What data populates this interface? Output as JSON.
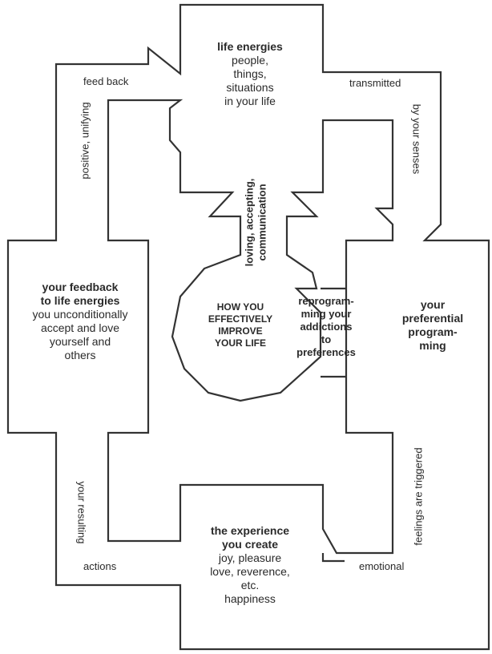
{
  "top_box": {
    "title": "life energies",
    "lines": [
      "people,",
      "things,",
      "situations",
      "in your life"
    ]
  },
  "left_box": {
    "title_lines": [
      "your feedback",
      "to life energies"
    ],
    "lines": [
      "you unconditionally",
      "accept and love",
      "yourself and",
      "others"
    ]
  },
  "right_box": {
    "title_lines": [
      "your",
      "preferential",
      "program-",
      "ming"
    ]
  },
  "bottom_box": {
    "title_lines": [
      "the experience",
      "you create"
    ],
    "lines": [
      "joy, pleasure",
      "love, reverence,",
      "etc.",
      "happiness"
    ]
  },
  "center": {
    "circle_lines": [
      "HOW YOU",
      "EFFECTIVELY",
      "IMPROVE",
      "YOUR LIFE"
    ],
    "reprogram_lines": [
      "reprogram-",
      "ming your",
      "addictions",
      "to",
      "preferences"
    ],
    "arrow_lines": [
      "loving, accepting,",
      "communication"
    ]
  },
  "labels": {
    "feed_back": "feed back",
    "positive_unifying": "positive, unifying",
    "transmitted": "transmitted",
    "by_your_senses": "by your senses",
    "your_resulting": "your resulting",
    "actions": "actions",
    "emotional": "emotional",
    "feelings_triggered": "feelings are triggered"
  },
  "colors": {
    "stroke": "#333333",
    "text": "#2a2a2a"
  }
}
